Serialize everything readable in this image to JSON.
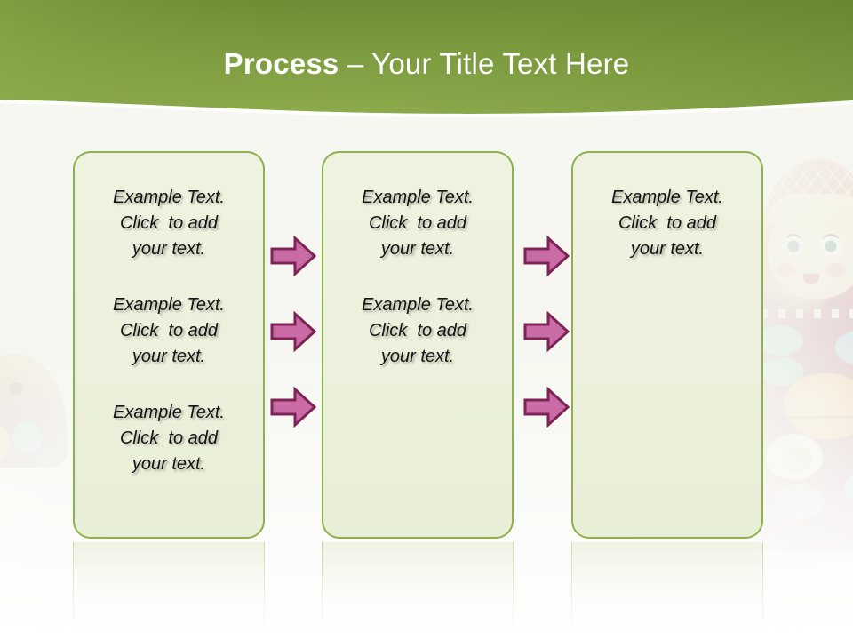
{
  "slide": {
    "title_bold": "Process",
    "title_rest": " – Your Title Text Here",
    "background_color": "#f4f5ee",
    "banner_color_top": "#75943a",
    "banner_color_bottom": "#89a84a",
    "box_fill": "#ecf0dc",
    "box_border": "#8eb04e",
    "arrow_fill": "#c96ca6",
    "arrow_border": "#7d2455",
    "text_color": "#141414"
  },
  "boxes": [
    {
      "name": "process-box-1",
      "blocks": [
        {
          "line1": "Example Text.",
          "line2": "Click  to add",
          "line3": "your text."
        },
        {
          "line1": "Example Text.",
          "line2": "Click  to add",
          "line3": "your text."
        },
        {
          "line1": "Example Text.",
          "line2": "Click  to add",
          "line3": "your text."
        }
      ]
    },
    {
      "name": "process-box-2",
      "blocks": [
        {
          "line1": "Example Text.",
          "line2": "Click  to add",
          "line3": "your text."
        },
        {
          "line1": "Example Text.",
          "line2": "Click  to add",
          "line3": "your text."
        }
      ]
    },
    {
      "name": "process-box-3",
      "blocks": [
        {
          "line1": "Example Text.",
          "line2": "Click  to add",
          "line3": "your text."
        }
      ]
    }
  ],
  "arrows": {
    "column_1_label": "arrow-column-1",
    "column_2_label": "arrow-column-2",
    "count_per_column": 3,
    "direction": "right"
  },
  "decoration": {
    "right_image": "matryoshka-doll-large",
    "left_image": "matryoshka-doll-small"
  }
}
